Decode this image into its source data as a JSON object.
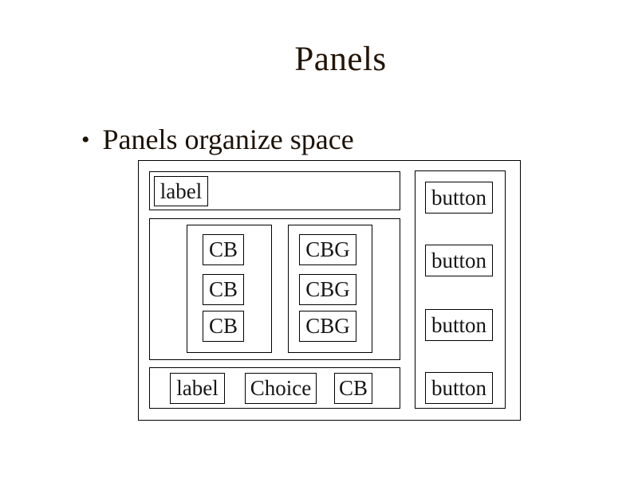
{
  "slide": {
    "title": "Panels",
    "bullet_marker": "•",
    "bullet_text": "Panels organize space",
    "title_color": "#231407",
    "line_color": "#000000",
    "background_color": "#ffffff"
  },
  "diagram": {
    "top_panel": {
      "label": "label"
    },
    "middle_panel": {
      "cb_group": [
        "CB",
        "CB",
        "CB"
      ],
      "cbg_group": [
        "CBG",
        "CBG",
        "CBG"
      ]
    },
    "bottom_panel": {
      "label": "label",
      "choice": "Choice",
      "cb": "CB"
    },
    "button_panel": {
      "buttons": [
        "button",
        "button",
        "button",
        "button"
      ]
    }
  }
}
